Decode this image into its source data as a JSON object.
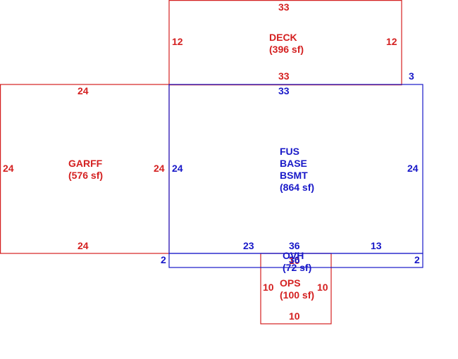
{
  "colors": {
    "red": "#d42020",
    "blue": "#1818c8"
  },
  "deck": {
    "name": "DECK",
    "area": "(396 sf)",
    "dim_top": "33",
    "dim_bottom": "33",
    "dim_left": "12",
    "dim_right": "12"
  },
  "garff": {
    "name": "GARFF",
    "area": "(576 sf)",
    "dim_top": "24",
    "dim_bottom": "24",
    "dim_left": "24",
    "dim_right": "24"
  },
  "basement": {
    "line1": "FUS",
    "line2": "BASE",
    "line3": "BSMT",
    "area": "(864 sf)",
    "dim_top": "33",
    "dim_offset": "3",
    "dim_left": "24",
    "dim_right": "24",
    "dim_bottom_left": "23",
    "dim_bottom_mid": "36",
    "dim_bottom_right": "13"
  },
  "overhang": {
    "name": "OVH",
    "area": "(72 sf)",
    "dim_left": "2",
    "dim_right": "2",
    "dim_bottom": "36"
  },
  "porch": {
    "name": "OPS",
    "area": "(100 sf)",
    "dim_top": "10",
    "dim_bottom": "10",
    "dim_left": "10",
    "dim_right": "10"
  }
}
